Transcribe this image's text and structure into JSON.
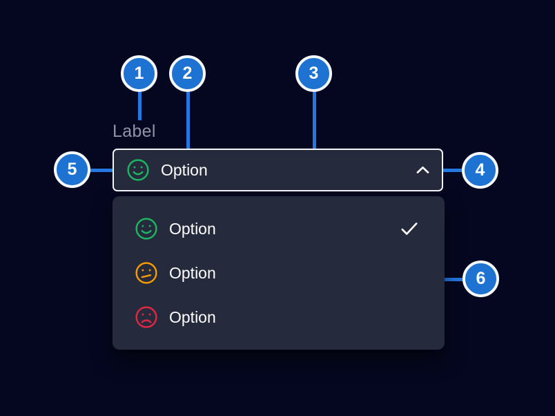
{
  "colors": {
    "background": "#050720",
    "panel": "#252a3c",
    "connector_blue": "#2577e2",
    "callout_fill": "#1d72d2",
    "label_gray": "#8e93a5",
    "happy_green": "#1db563",
    "neutral_orange": "#f59c00",
    "sad_red": "#e22743",
    "text_white": "#ffffff"
  },
  "field": {
    "label": "Label",
    "select": {
      "value": "Option",
      "value_icon": "happy-face-icon",
      "chevron_icon": "chevron-up-icon",
      "state": "open"
    }
  },
  "dropdown": {
    "options": [
      {
        "label": "Option",
        "icon": "happy-face-icon",
        "selected": true
      },
      {
        "label": "Option",
        "icon": "neutral-face-icon",
        "selected": false
      },
      {
        "label": "Option",
        "icon": "sad-face-icon",
        "selected": false
      }
    ],
    "selected_indicator_icon": "checkmark-icon"
  },
  "callouts": [
    {
      "number": "1"
    },
    {
      "number": "2"
    },
    {
      "number": "3"
    },
    {
      "number": "4"
    },
    {
      "number": "5"
    },
    {
      "number": "6"
    }
  ]
}
